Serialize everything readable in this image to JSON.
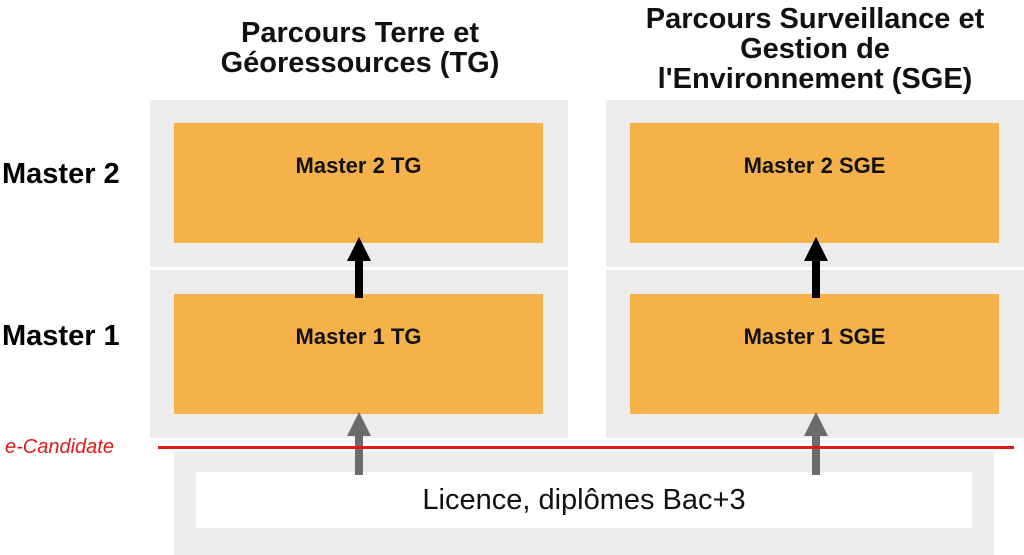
{
  "tracks": {
    "tg": {
      "title": "Parcours Terre et Géoressources (TG)",
      "m1": "Master 1 TG",
      "m2": "Master 2 TG"
    },
    "sge": {
      "title": "Parcours Surveillance et Gestion de l'Environnement (SGE)",
      "m1": "Master 1 SGE",
      "m2": "Master 2 SGE"
    }
  },
  "levels": {
    "m2": "Master 2",
    "m1": "Master 1"
  },
  "ecandidate": "e-Candidate",
  "licence": "Licence, diplômes Bac+3",
  "colors": {
    "orange": "#f6b24a",
    "panel": "#ececec",
    "red_line": "#e01818",
    "arrow_black": "#000000",
    "arrow_grey": "#6b6b6b"
  }
}
